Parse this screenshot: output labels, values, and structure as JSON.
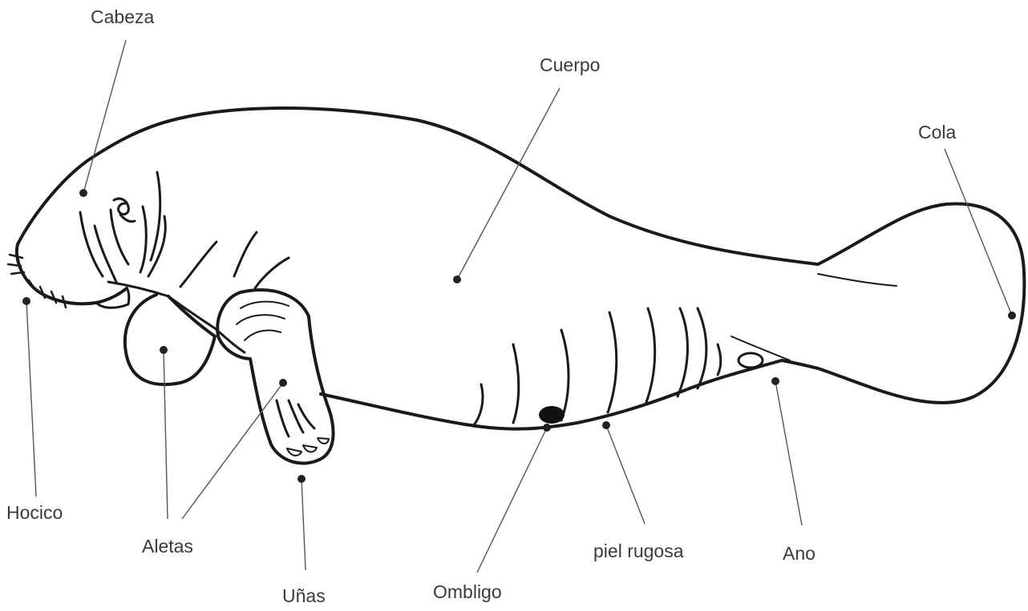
{
  "diagram": {
    "labels": {
      "head": "Cabeza",
      "body": "Cuerpo",
      "tail": "Cola",
      "snout": "Hocico",
      "flippers": "Aletas",
      "nails": "Uñas",
      "navel": "Ombligo",
      "rough_skin": "piel rugosa",
      "anus": "Ano"
    }
  }
}
